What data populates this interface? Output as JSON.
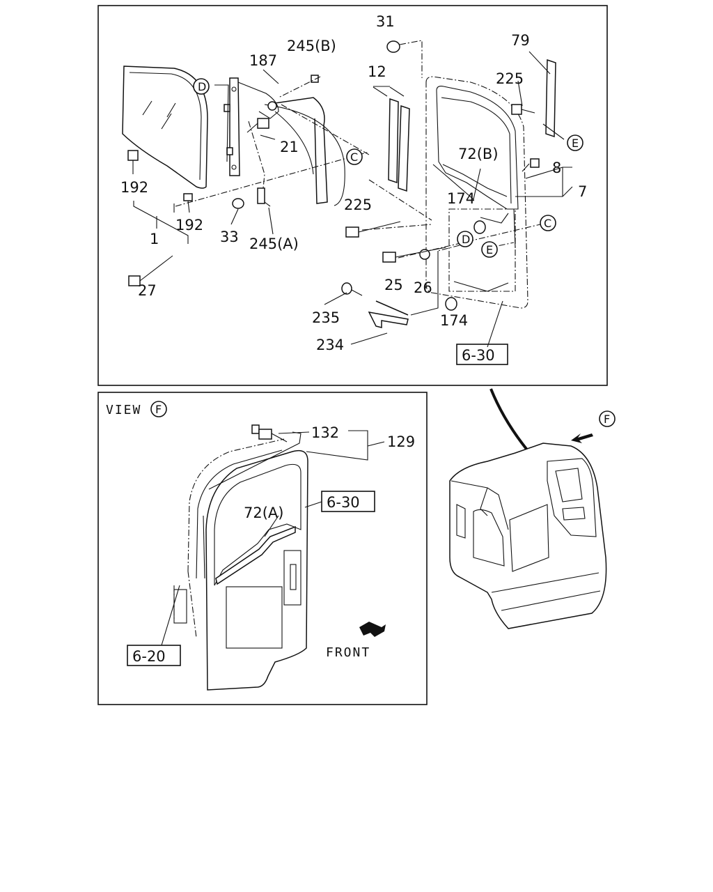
{
  "top_panel": {
    "labels": {
      "p31": "31",
      "p79": "79",
      "p187": "187",
      "p245b": "245(B)",
      "p12": "12",
      "p225a": "225",
      "p225b": "225",
      "p21": "21",
      "p72b": "72(B)",
      "p8": "8",
      "p7": "7",
      "p174a": "174",
      "p174b": "174",
      "p192a": "192",
      "p192b": "192",
      "p1": "1",
      "p33": "33",
      "p245a": "245(A)",
      "p27": "27",
      "p25": "25",
      "p26": "26",
      "p235": "235",
      "p234": "234",
      "ref630": "6-30"
    },
    "callouts": {
      "c": "C",
      "d": "D",
      "e": "E"
    }
  },
  "view_panel": {
    "title": "VIEW",
    "title_callout": "F",
    "labels": {
      "p132": "132",
      "p129": "129",
      "p72a": "72(A)",
      "ref630": "6-30",
      "ref620": "6-20",
      "front": "FRONT"
    }
  },
  "cab_view": {
    "callout": "F"
  }
}
